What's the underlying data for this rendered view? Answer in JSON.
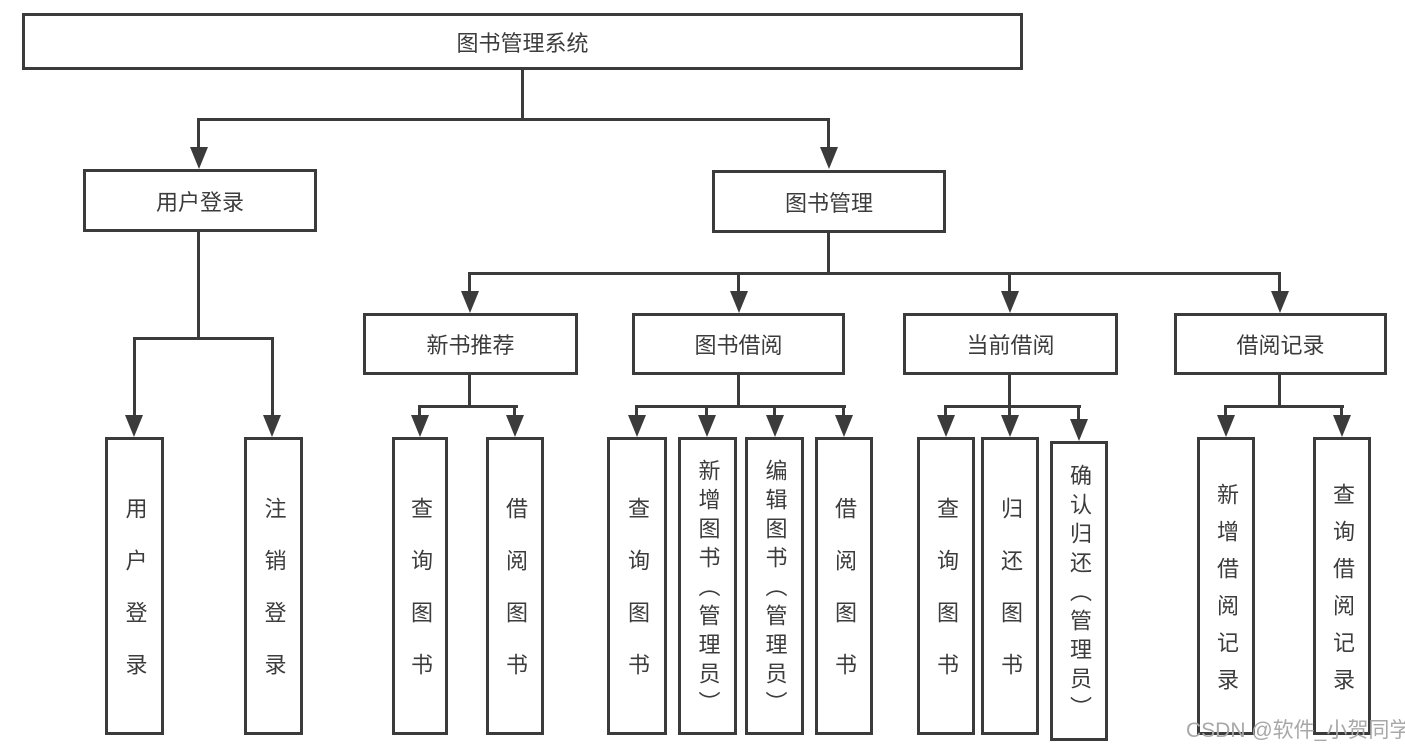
{
  "diagram": {
    "root": {
      "label": "图书管理系统"
    },
    "branches": [
      {
        "label": "用户登录",
        "children": [
          {
            "label": "用户登录"
          },
          {
            "label": "注销登录"
          }
        ]
      },
      {
        "label": "图书管理",
        "sections": [
          {
            "label": "新书推荐",
            "children": [
              {
                "label": "查询图书"
              },
              {
                "label": "借阅图书"
              }
            ]
          },
          {
            "label": "图书借阅",
            "children": [
              {
                "label": "查询图书"
              },
              {
                "label": "新增图书（管理员）"
              },
              {
                "label": "编辑图书（管理员）"
              },
              {
                "label": "借阅图书"
              }
            ]
          },
          {
            "label": "当前借阅",
            "children": [
              {
                "label": "查询图书"
              },
              {
                "label": "归还图书"
              },
              {
                "label": "确认归还（管理员）"
              }
            ]
          },
          {
            "label": "借阅记录",
            "children": [
              {
                "label": "新增借阅记录"
              },
              {
                "label": "查询借阅记录"
              }
            ]
          }
        ]
      }
    ]
  },
  "watermark": {
    "text": "CSDN @软件_小贺同学"
  },
  "colors": {
    "line": "#3b3b3b",
    "text": "#3c3c3c",
    "background": "#ffffff",
    "watermark": "#a8a8a8"
  }
}
